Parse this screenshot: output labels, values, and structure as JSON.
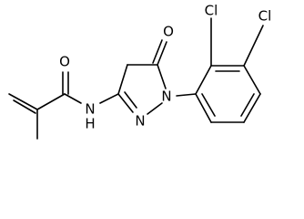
{
  "molecule": {
    "atoms": {
      "O_amide": "O",
      "N_amide": "N",
      "H_amide": "H",
      "N_ring_1": "N",
      "N_ring_2": "N",
      "O_ketone": "O",
      "Cl_ortho": "Cl",
      "Cl_meta": "Cl"
    }
  }
}
